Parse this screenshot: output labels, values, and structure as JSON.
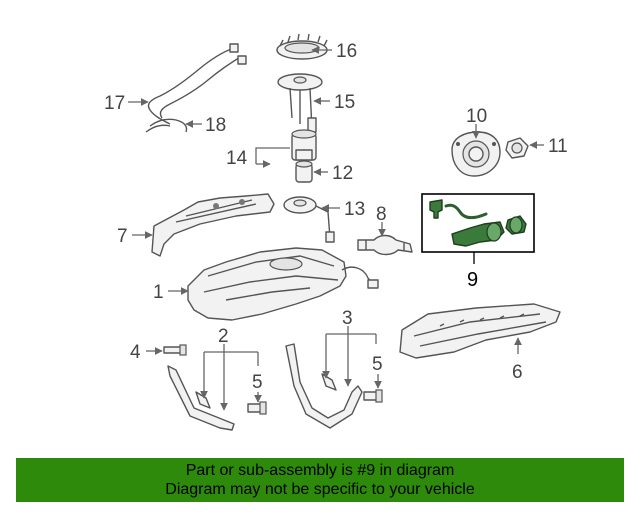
{
  "labels": {
    "n1": "1",
    "n2": "2",
    "n3": "3",
    "n4": "4",
    "n5a": "5",
    "n5b": "5",
    "n6": "6",
    "n7": "7",
    "n8": "8",
    "n9": "9",
    "n10": "10",
    "n11": "11",
    "n12": "12",
    "n13": "13",
    "n14": "14",
    "n15": "15",
    "n16": "16",
    "n17": "17",
    "n18": "18"
  },
  "highlight": {
    "part_number": "9",
    "color": "#3a7a3a"
  },
  "banner": {
    "line1": "Part or sub-assembly is #9 in diagram",
    "line2": "Diagram may not be specific to your vehicle",
    "color": "#2d8a0a"
  }
}
